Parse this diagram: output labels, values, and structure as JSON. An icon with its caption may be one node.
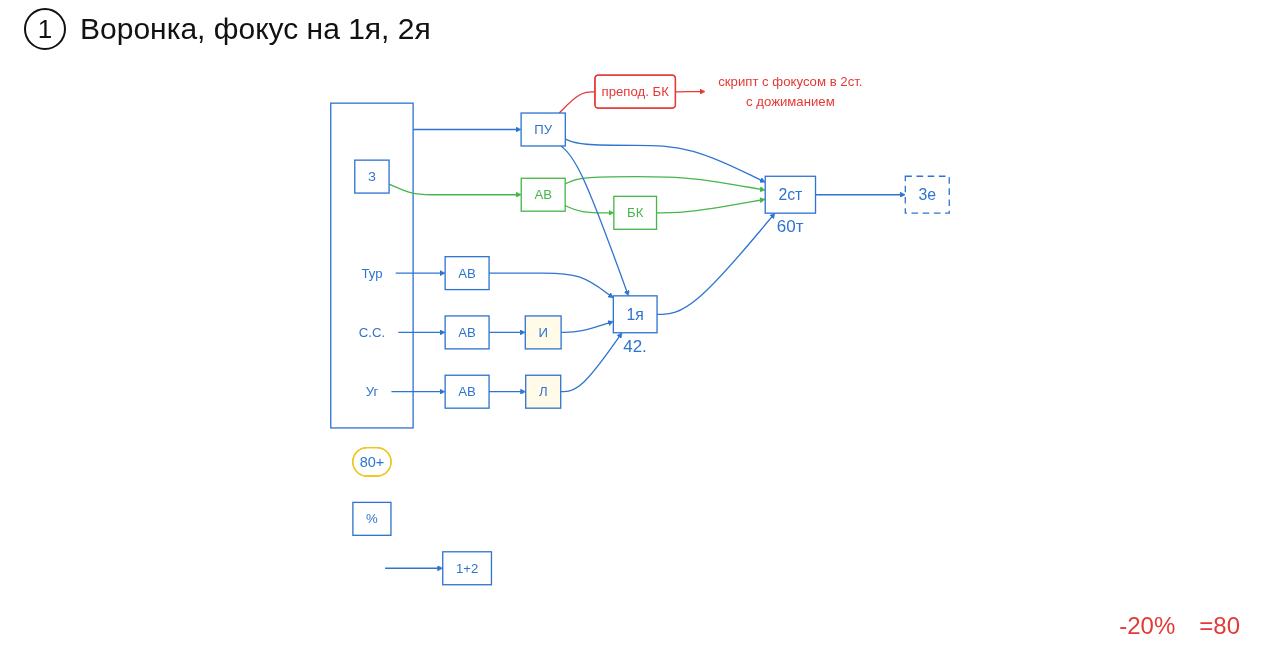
{
  "diagram": {
    "title": "Воронка, фокус на 1я, 2я",
    "nodes": [
      {
        "text": [],
        "shape": "box"
      },
      {
        "text": [
          "З"
        ],
        "in": 0
      },
      {
        "text": [
          "Тур"
        ],
        "in": 0
      },
      {
        "text": [
          "С.С."
        ],
        "in": 0
      },
      {
        "text": [
          "Уг"
        ],
        "in": 0
      },
      {
        "text": [
          "АВ"
        ]
      },
      {
        "text": [
          "БК"
        ]
      },
      {
        "text": [
          "АВ"
        ]
      },
      {
        "text": [
          "АВ"
        ]
      },
      {
        "text": [
          "И"
        ]
      },
      {
        "text": [
          "АВ"
        ]
      },
      {
        "text": [
          "Л"
        ]
      },
      {
        "text": [
          "ПУ"
        ]
      },
      {
        "text": [
          "1я"
        ],
        "beside": [
          "42."
        ]
      },
      {
        "text": [
          "2ст"
        ],
        "beside": [
          "60т"
        ]
      },
      {
        "text": [
          "3е"
        ]
      },
      {
        "text": [
          "80+"
        ]
      },
      {
        "text": [
          "1+2"
        ]
      },
      {
        "text": [
          "%"
        ]
      },
      {
        "text": [
          "препод. БК"
        ]
      },
      {
        "text": [
          "скрипт с фокусом в 2ст.",
          "с дожиманием"
        ]
      }
    ],
    "edges": [
      {
        "from": 1,
        "to": 5,
        "arrow": "to",
        "color": "#45b649"
      },
      {
        "from": 2,
        "to": 7,
        "arrow": "to"
      },
      {
        "from": 3,
        "to": 8,
        "arrow": "to"
      },
      {
        "from": 4,
        "to": 10,
        "arrow": "to"
      },
      {
        "from": 0,
        "to": 12,
        "arrow": "to"
      },
      {
        "from": 5,
        "to": 6,
        "arrow": "to",
        "color": "#45b649"
      },
      {
        "from": 5,
        "to": 14,
        "arrow": "to",
        "color": "#45b649"
      },
      {
        "from": 6,
        "to": 14,
        "arrow": "to",
        "color": "#45b649"
      },
      {
        "from": 7,
        "to": 13,
        "arrow": "to"
      },
      {
        "from": 8,
        "to": 9,
        "arrow": "to"
      },
      {
        "from": 10,
        "to": 11,
        "arrow": "to"
      },
      {
        "from": 9,
        "to": 13,
        "arrow": "to"
      },
      {
        "from": 11,
        "to": 13,
        "arrow": "to"
      },
      {
        "from": 12,
        "to": 13,
        "arrow": "to"
      },
      {
        "from": 12,
        "to": 14,
        "arrow": "to"
      },
      {
        "from": null,
        "to": 17,
        "arrow": "to"
      },
      {
        "from": 13,
        "to": 14,
        "arrow": "to"
      },
      {
        "from": 14,
        "to": 15,
        "arrow": "to"
      },
      {
        "from": 12,
        "to": 19,
        "arrow": "none",
        "color": "#e53935"
      },
      {
        "from": 19,
        "to": 20,
        "arrow": "to",
        "color": "#e53935"
      }
    ],
    "labels": [
      "1",
      "-20%",
      "=80"
    ]
  }
}
